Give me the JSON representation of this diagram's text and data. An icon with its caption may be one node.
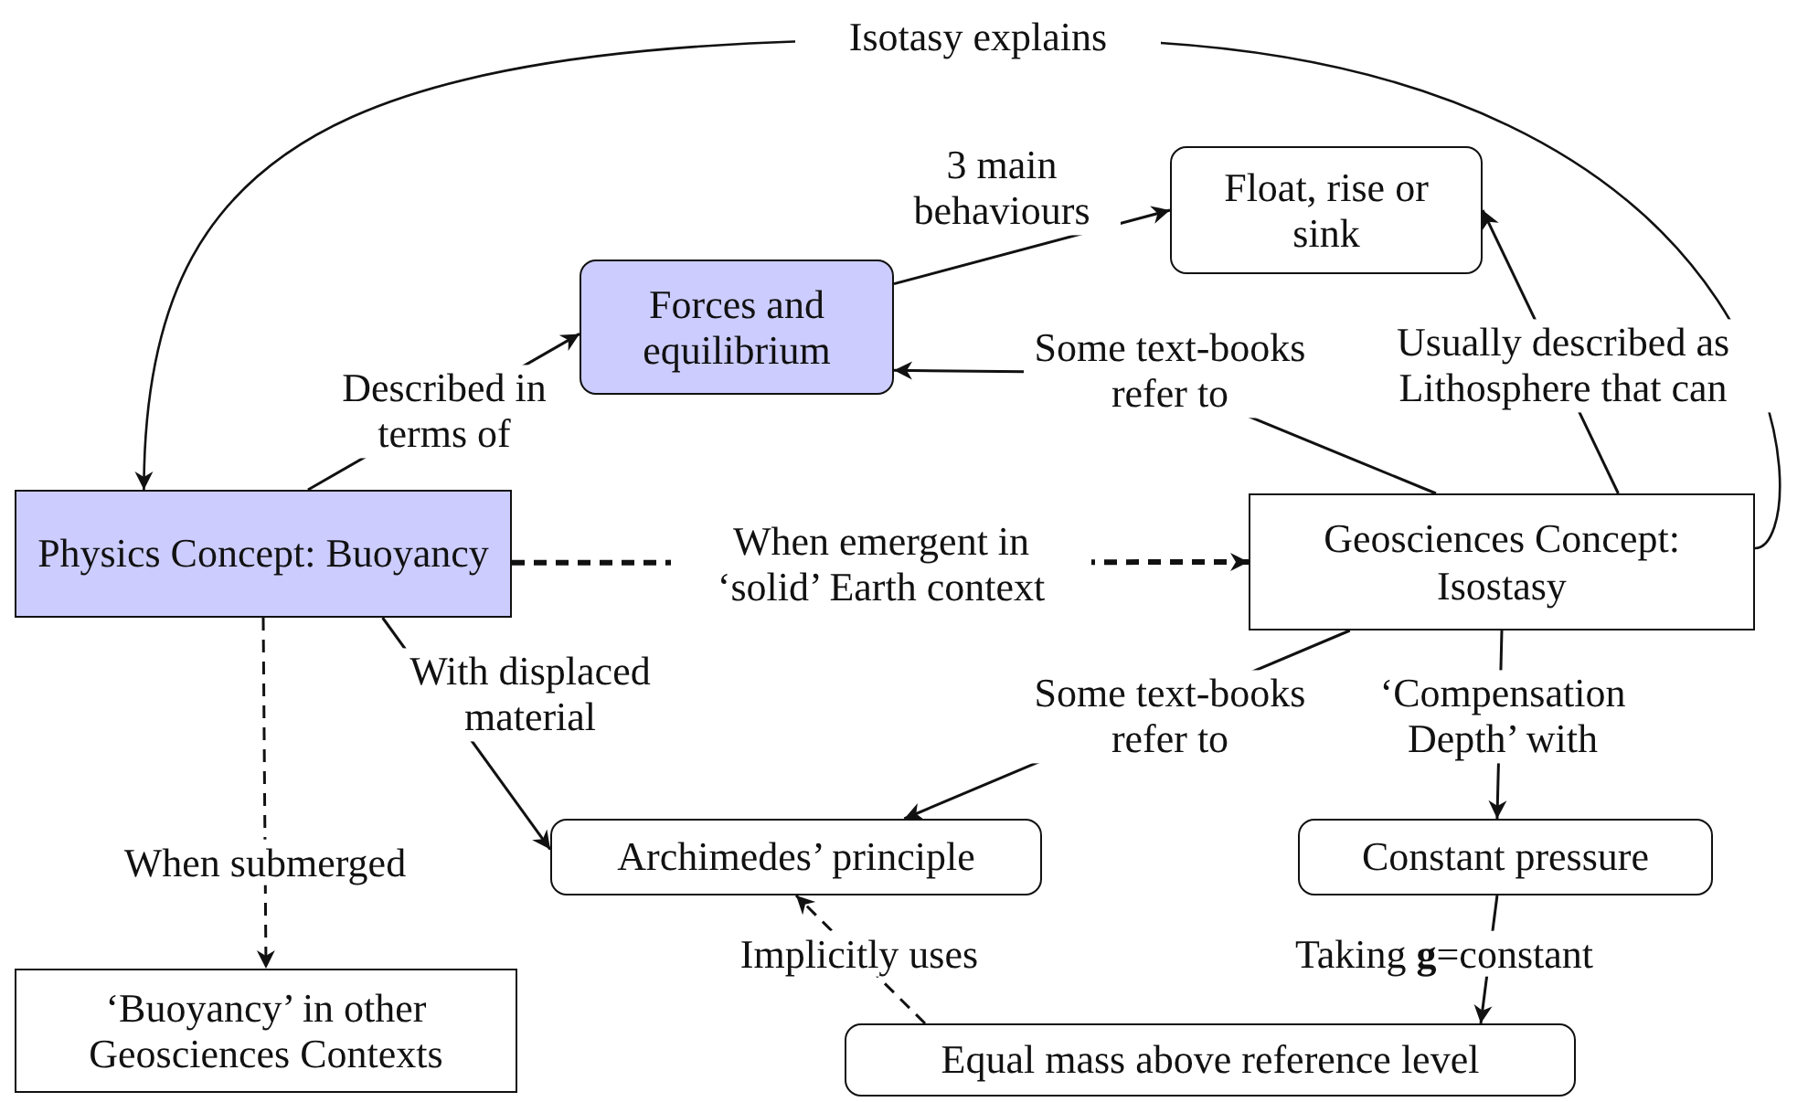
{
  "diagram": {
    "nodes": [
      {
        "text": [
          "Physics Concept: Buoyancy"
        ]
      },
      {
        "text": [
          "Forces and equilibrium"
        ]
      },
      {
        "text": [
          "Float, rise or sink"
        ]
      },
      {
        "text": [
          "Geosciences Concept: Isostasy"
        ]
      },
      {
        "text": [
          "Archimedes’ principle"
        ]
      },
      {
        "text": [
          "Constant pressure"
        ]
      },
      {
        "text": [
          "‘Buoyancy’ in other Geosciences Contexts"
        ]
      },
      {
        "text": [
          "Equal mass above reference level"
        ]
      }
    ],
    "edges": [
      {
        "from": 0,
        "to": 1,
        "arrow": "to",
        "label": "Described in terms of"
      },
      {
        "from": 1,
        "to": 2,
        "arrow": "to",
        "label": "3 main behaviours"
      },
      {
        "from": 3,
        "to": 1,
        "arrow": "to",
        "label": "Some text-books refer to"
      },
      {
        "from": 3,
        "to": 2,
        "arrow": "to",
        "label": "Usually described as Lithosphere that can"
      },
      {
        "from": 3,
        "to": 0,
        "arrow": "to",
        "label": "Isotasy explains"
      },
      {
        "from": 0,
        "to": 3,
        "arrow": "to",
        "label": "When emergent in ‘solid’ Earth context",
        "style": "dashed"
      },
      {
        "from": 0,
        "to": 4,
        "arrow": "to",
        "label": "With displaced material"
      },
      {
        "from": 3,
        "to": 4,
        "arrow": "to",
        "label": "Some text-books refer to"
      },
      {
        "from": 3,
        "to": 5,
        "arrow": "to",
        "label": "‘Compensation Depth’ with"
      },
      {
        "from": 0,
        "to": 6,
        "arrow": "to",
        "label": "When submerged",
        "style": "dashed"
      },
      {
        "from": 5,
        "to": 7,
        "arrow": "to",
        "label": "Taking **g**=constant"
      },
      {
        "from": 7,
        "to": 4,
        "arrow": "to",
        "label": "Implicitly uses",
        "style": "dashed"
      }
    ]
  }
}
